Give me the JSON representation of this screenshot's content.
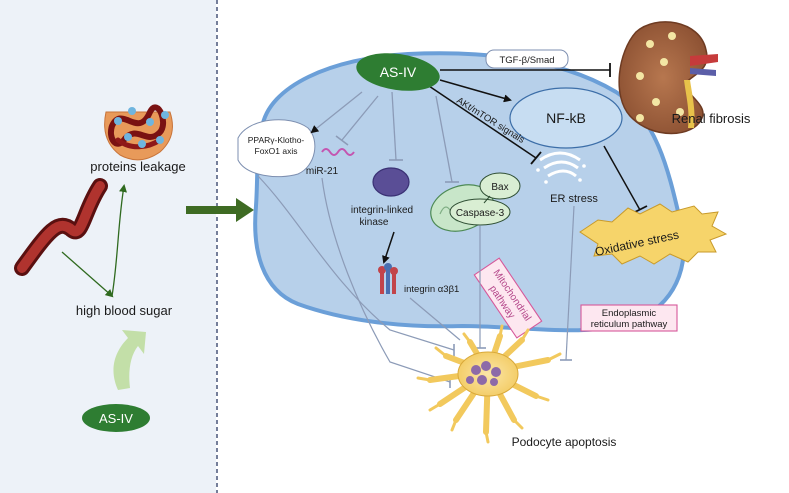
{
  "left": {
    "proteins_leakage": "proteins leakage",
    "high_blood_sugar": "high blood sugar",
    "as_iv": "AS-IV"
  },
  "cell": {
    "as_iv": "AS-IV",
    "tgf": "TGF-β/Smad",
    "akt": "AKt/mTOR signals",
    "nfkb": "NF-kB",
    "renal_fibrosis": "Renal fibrosis",
    "ppar_line1": "PPARγ-Klotho-",
    "ppar_line2": "FoxO1 axis",
    "mir21": "miR-21",
    "ilk_line1": "integrin-linked",
    "ilk_line2": "kinase",
    "integrin": "integrin α3β1",
    "bax": "Bax",
    "caspase": "Caspase-3",
    "er_stress": "ER stress",
    "oxidative": "Oxidative stress",
    "mito_line1": "Mitochondrial",
    "mito_line2": "pathway",
    "er_path_line1": "Endoplasmic",
    "er_path_line2": "reticulum pathway",
    "podocyte": "Podocyte apoptosis"
  },
  "colors": {
    "left_bg": "#edf2f8",
    "cell_fill": "#b7d0ea",
    "cell_border": "#6b9fd8",
    "as_iv_green": "#2e7d32",
    "arrow_dark_green": "#2f5e1e",
    "inhibit_line": "#8c9bb7",
    "label_pink_border": "#d6589a",
    "label_pink_fill": "#fde7f0",
    "podocyte_yellow": "#f4cf6a"
  }
}
